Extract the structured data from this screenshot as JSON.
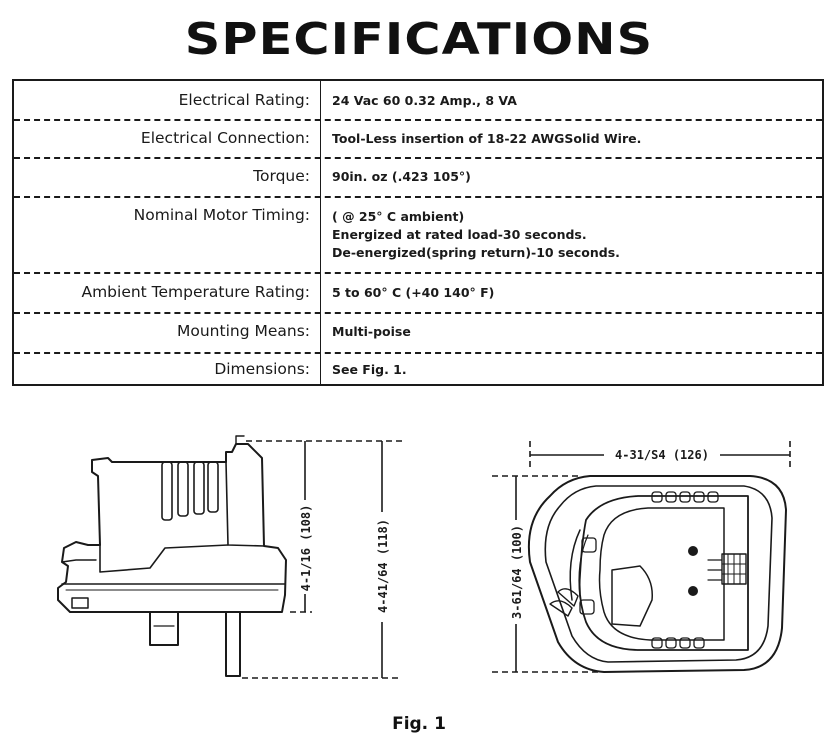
{
  "title": "SPECIFICATIONS",
  "specs": [
    {
      "label": "Electrical Rating:",
      "lines": [
        "24 Vac 60 0.32 Amp., 8 VA"
      ]
    },
    {
      "label": "Electrical Connection:",
      "lines": [
        "Tool-Less insertion of 18-22 AWGSolid Wire."
      ]
    },
    {
      "label": "Torque:",
      "lines": [
        "90in. oz (.423 105°)"
      ]
    },
    {
      "label": "Nominal Motor Timing:",
      "lines": [
        "( @ 25° C ambient)",
        "Energized at rated load-30 seconds.",
        "De-energized(spring return)-10 seconds."
      ]
    },
    {
      "label": "Ambient Temperature Rating:",
      "lines": [
        "5 to 60° C (+40 140° F)"
      ]
    },
    {
      "label": "Mounting Means:",
      "lines": [
        "Multi-poise"
      ]
    },
    {
      "label": "Dimensions:",
      "lines": [
        "See Fig. 1."
      ]
    }
  ],
  "figure": {
    "side_height_inner": "4-1/16 (108)",
    "side_height_outer": "4-41/64 (118)",
    "top_width": "4-31/S4 (126)",
    "top_depth": "3-61/64 (100)",
    "caption": "Fig. 1"
  }
}
